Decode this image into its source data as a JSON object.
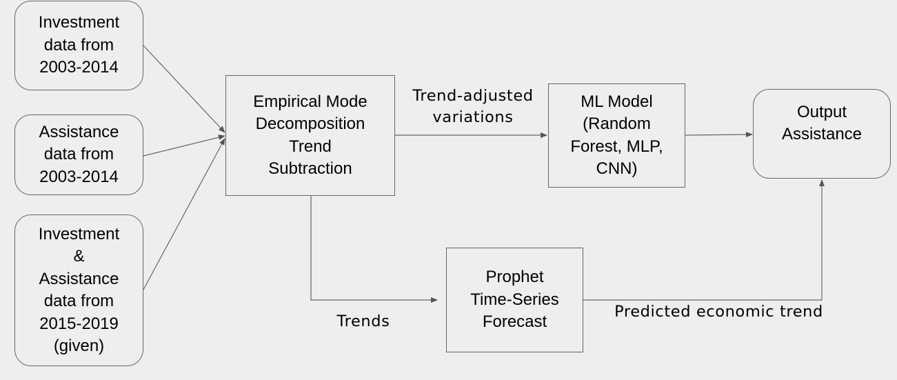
{
  "nodes": {
    "investment_data": "Investment\ndata from\n2003-2014",
    "assistance_data": "Assistance\ndata from\n2003-2014",
    "given_data": "Investment\n&\nAssistance\ndata from\n2015-2019\n(given)",
    "emd": "Empirical Mode\nDecomposition\nTrend\nSubtraction",
    "ml_model": "ML Model\n(Random\nForest, MLP,\nCNN)",
    "output": "Output\nAssistance",
    "prophet": "Prophet\nTime-Series\nForecast"
  },
  "edge_labels": {
    "trend_adjusted": "Trend-adjusted\nvariations",
    "trends": "Trends",
    "predicted_trend": "Predicted economic trend"
  },
  "colors": {
    "background": "#eeeeee",
    "border": "#666666",
    "text": "#000000"
  }
}
